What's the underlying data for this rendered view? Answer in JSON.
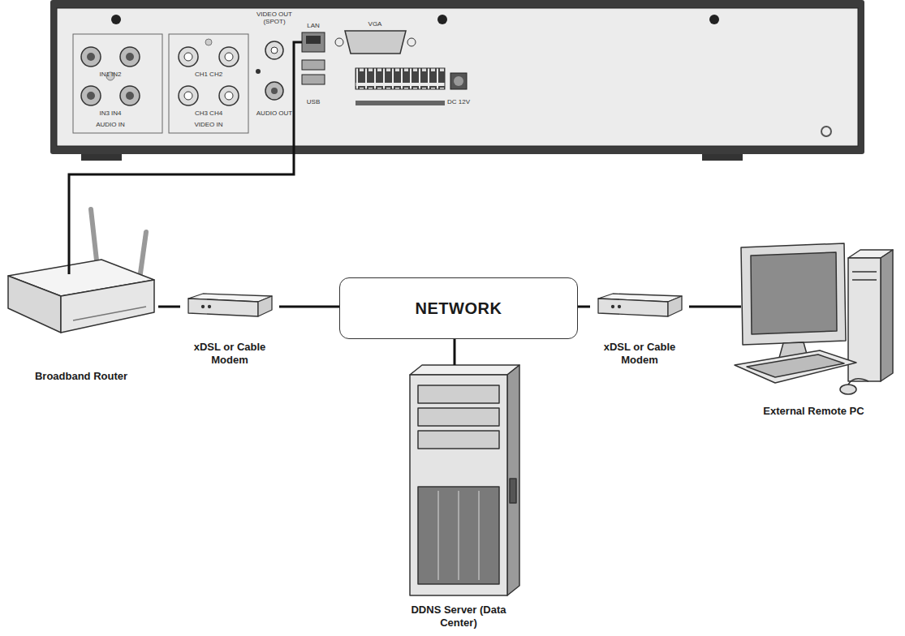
{
  "diagram": {
    "nodes": [
      {
        "text": [
          "IN1 IN2",
          "IN3 IN4",
          "AUDIO IN",
          "CH1 CH2",
          "CH3 CH4",
          "VIDEO IN",
          "VIDEO OUT (SPOT)",
          "AUDIO OUT",
          "LAN",
          "USB",
          "VGA",
          "DC 12V"
        ]
      },
      {
        "text": [
          "Broadband Router"
        ]
      },
      {
        "text": [
          "xDSL or Cable Modem"
        ]
      },
      {
        "text": [
          "NETWORK"
        ]
      },
      {
        "text": [
          "DDNS Server (Data Center)"
        ]
      },
      {
        "text": [
          "xDSL or Cable Modem"
        ]
      },
      {
        "text": [
          "External Remote PC"
        ]
      }
    ],
    "edges": [
      {
        "from": 0,
        "to": 1,
        "arrow": "none"
      },
      {
        "from": 1,
        "to": 2,
        "arrow": "none"
      },
      {
        "from": 2,
        "to": 3,
        "arrow": "none"
      },
      {
        "from": 3,
        "to": 4,
        "arrow": "none"
      },
      {
        "from": 3,
        "to": 5,
        "arrow": "none"
      },
      {
        "from": 5,
        "to": 6,
        "arrow": "none"
      }
    ]
  }
}
